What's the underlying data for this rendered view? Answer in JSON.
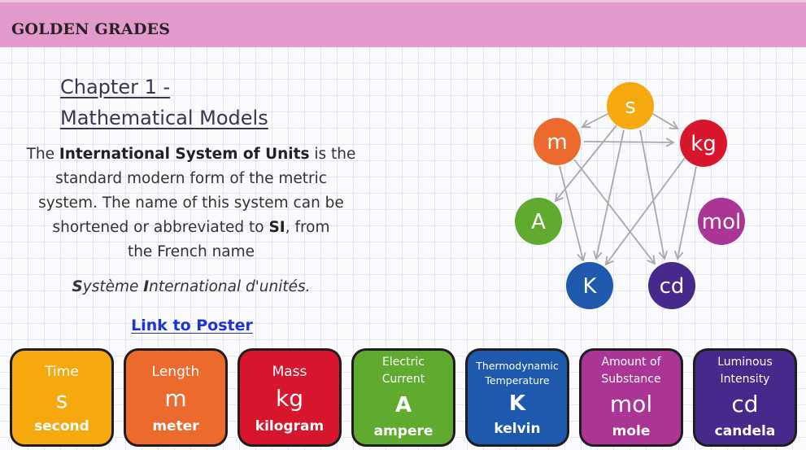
{
  "header": {
    "brand": "GOLDEN GRADES",
    "color": "#e19acb"
  },
  "content": {
    "chapter_line1": "Chapter 1 -",
    "chapter_line2": "Mathematical Models",
    "intro_line1_a": "The ",
    "intro_line1_b": "International System of Units",
    "intro_line1_c": " is the",
    "intro_line2": "standard modern form of the metric",
    "intro_line3": "system. The name of this system can be",
    "intro_line4_a": "shortened or abbreviated to ",
    "intro_line4_b": "SI",
    "intro_line4_c": ", from",
    "intro_line5": "the French name",
    "french_S": "S",
    "french_rest1": "ystème ",
    "french_I": "I",
    "french_rest2": "nternational d'unités.",
    "link_text": "Link to Poster",
    "link_color": "#1a34d8"
  },
  "diagram": {
    "nodes": [
      {
        "id": "s",
        "label": "s",
        "color": "#f5a90f"
      },
      {
        "id": "m",
        "label": "m",
        "color": "#ec6a2d"
      },
      {
        "id": "kg",
        "label": "kg",
        "color": "#d7162e"
      },
      {
        "id": "A",
        "label": "A",
        "color": "#5faa2f"
      },
      {
        "id": "mol",
        "label": "mol",
        "color": "#aa3594"
      },
      {
        "id": "K",
        "label": "K",
        "color": "#1e59ae"
      },
      {
        "id": "cd",
        "label": "cd",
        "color": "#46298a"
      }
    ],
    "edge_color": "#a9a9a9"
  },
  "units": [
    {
      "quantity": "Time",
      "symbol": "s",
      "name": "second",
      "color": "#f5a90f"
    },
    {
      "quantity": "Length",
      "symbol": "m",
      "name": "meter",
      "color": "#ec6a2d"
    },
    {
      "quantity": "Mass",
      "symbol": "kg",
      "name": "kilogram",
      "color": "#d7162e"
    },
    {
      "quantity_line1": "Electric",
      "quantity_line2": "Current",
      "symbol": "A",
      "name": "ampere",
      "color": "#5faa2f"
    },
    {
      "quantity_line1": "Thermodynamic",
      "quantity_line2": "Temperature",
      "symbol": "K",
      "name": "kelvin",
      "color": "#1e59ae"
    },
    {
      "quantity_line1": "Amount of",
      "quantity_line2": "Substance",
      "symbol": "mol",
      "name": "mole",
      "color": "#aa3594"
    },
    {
      "quantity_line1": "Luminous",
      "quantity_line2": "Intensity",
      "symbol": "cd",
      "name": "candela",
      "color": "#46298a"
    }
  ]
}
